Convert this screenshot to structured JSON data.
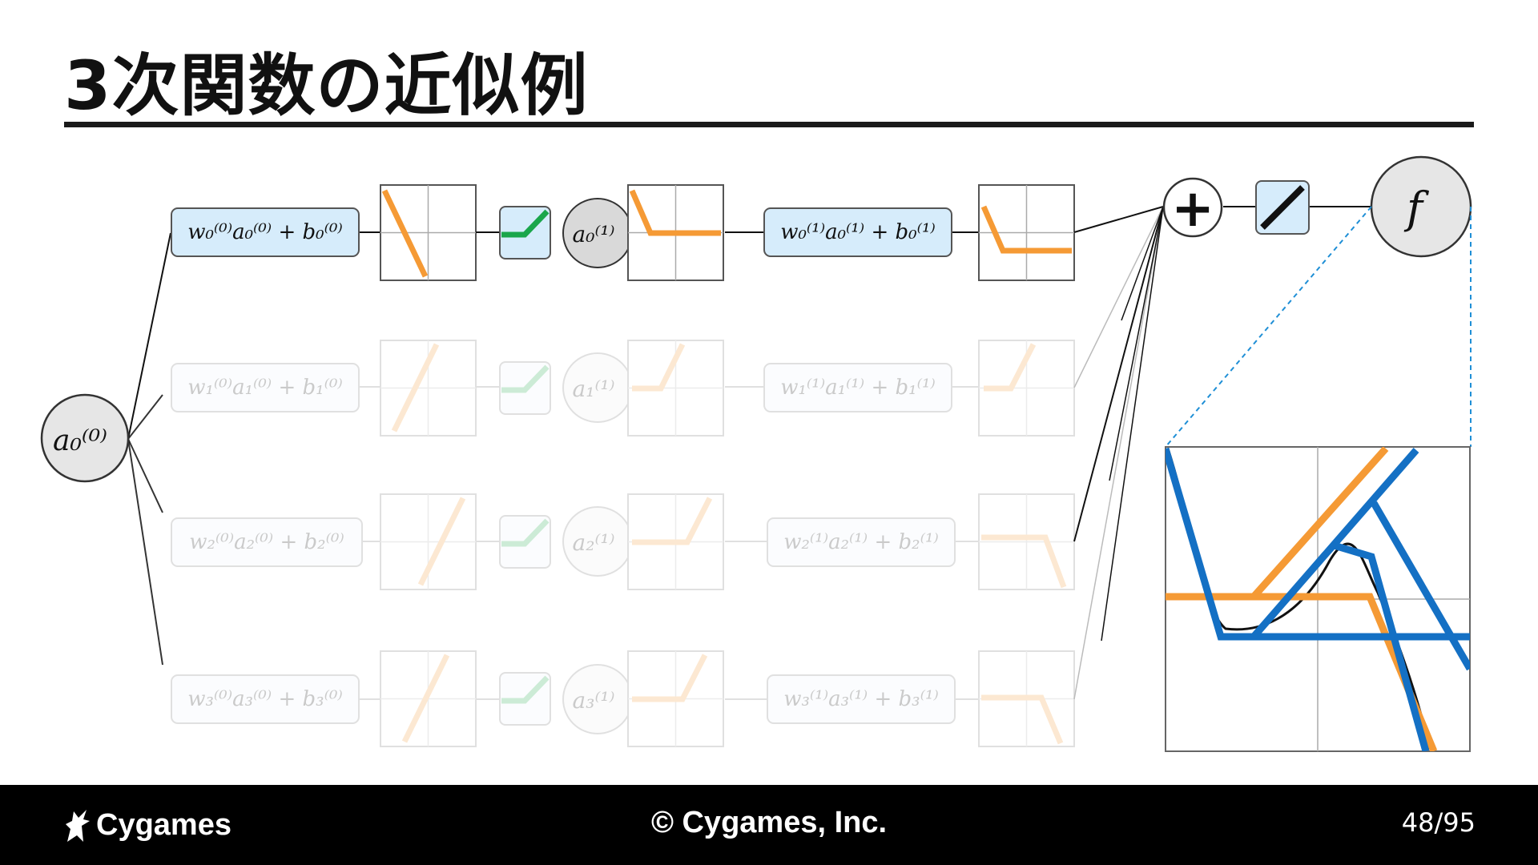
{
  "slide": {
    "title": "3次関数の近似例",
    "page_number": "48/95"
  },
  "diagram": {
    "input_node": "a₀⁽⁰⁾",
    "rows": [
      {
        "linear_label": "w₀⁽⁰⁾a₀⁽⁰⁾ + b₀⁽⁰⁾",
        "hidden_node": "a₀⁽¹⁾",
        "linear2_label": "w₀⁽¹⁾a₀⁽¹⁾ + b₀⁽¹⁾",
        "faded": false
      },
      {
        "linear_label": "w₁⁽⁰⁾a₁⁽⁰⁾ + b₁⁽⁰⁾",
        "hidden_node": "a₁⁽¹⁾",
        "linear2_label": "w₁⁽¹⁾a₁⁽¹⁾ + b₁⁽¹⁾",
        "faded": true
      },
      {
        "linear_label": "w₂⁽⁰⁾a₂⁽⁰⁾ + b₂⁽⁰⁾",
        "hidden_node": "a₂⁽¹⁾",
        "linear2_label": "w₂⁽¹⁾a₂⁽¹⁾ + b₂⁽¹⁾",
        "faded": true
      },
      {
        "linear_label": "w₃⁽⁰⁾a₃⁽⁰⁾ + b₃⁽⁰⁾",
        "hidden_node": "a₃⁽¹⁾",
        "linear2_label": "w₃⁽¹⁾a₃⁽¹⁾ + b₃⁽¹⁾",
        "faded": true
      }
    ],
    "sum_symbol": "+",
    "output_node": "f",
    "colors": {
      "linear_box_fill": "#d6ecfb",
      "relu_fill": "#d6ecfb",
      "relu_stroke": "#1aa64b",
      "orange": "#f59a35",
      "blue": "#1470c4",
      "grid": "#9a9a9a",
      "dashed": "#1f8fd6"
    }
  },
  "footer": {
    "logo_text": "Cygames",
    "copyright": "© Cygames, Inc."
  }
}
